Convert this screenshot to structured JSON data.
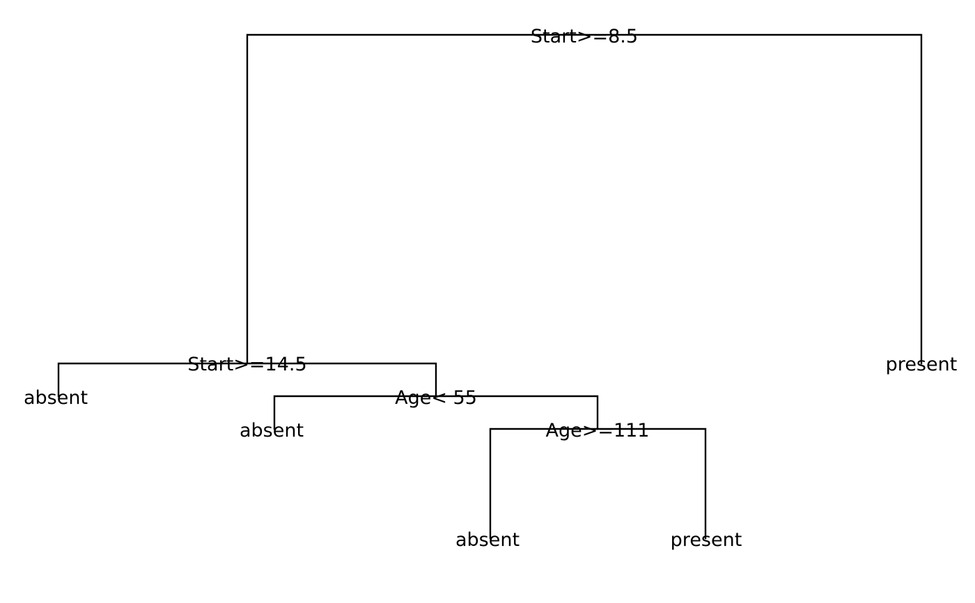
{
  "tree": {
    "label": "Start>=8.5",
    "children": [
      {
        "label": "Start>=14.5",
        "children": [
          {
            "label": "absent"
          },
          {
            "label": "Age< 55",
            "children": [
              {
                "label": "absent"
              },
              {
                "label": "Age>=111",
                "children": [
                  {
                    "label": "absent"
                  },
                  {
                    "label": "present"
                  }
                ]
              }
            ]
          }
        ]
      },
      {
        "label": "present"
      }
    ]
  }
}
